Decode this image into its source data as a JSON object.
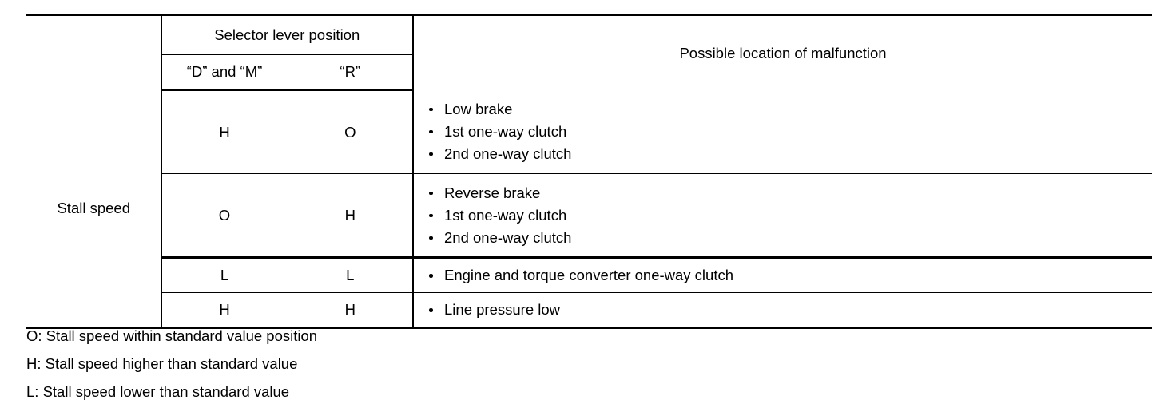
{
  "table": {
    "headers": {
      "row_label_blank": "",
      "selector_lever_position": "Selector lever position",
      "sub_d_and_m": "“D” and “M”",
      "sub_r": "“R”",
      "possible_location": "Possible location of malfunction"
    },
    "row_group_label": "Stall speed",
    "rows": [
      {
        "d_and_m": "H",
        "r": "O",
        "malfunctions": [
          "Low brake",
          "1st one-way clutch",
          "2nd one-way clutch"
        ]
      },
      {
        "d_and_m": "O",
        "r": "H",
        "malfunctions": [
          "Reverse brake",
          "1st one-way clutch",
          "2nd one-way clutch"
        ]
      },
      {
        "d_and_m": "L",
        "r": "L",
        "malfunctions": [
          "Engine and torque converter one-way clutch"
        ]
      },
      {
        "d_and_m": "H",
        "r": "H",
        "malfunctions": [
          "Line pressure low"
        ]
      }
    ]
  },
  "legend": [
    "O: Stall speed within standard value position",
    "H: Stall speed higher than standard value",
    "L: Stall speed lower than standard value"
  ],
  "colors": {
    "text": "#000000",
    "background": "#ffffff",
    "rule": "#000000"
  }
}
